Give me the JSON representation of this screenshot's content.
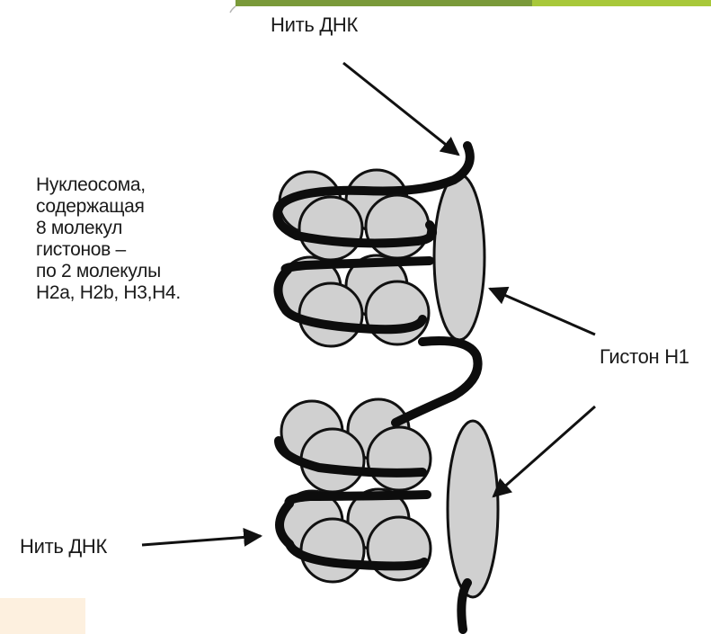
{
  "labels": {
    "dna_thread_top": "Нить ДНК",
    "dna_thread_bottom": "Нить ДНК",
    "histone_h1": "Гистон Н1",
    "nucleosome_lines": [
      "Нуклеосома,",
      "содержащая",
      "8 молекул",
      "гистонов –",
      "по 2 молекулы",
      "Н2а, Н2b, Н3,Н4."
    ]
  },
  "colors": {
    "background": "#ffffff",
    "histone_fill": "#d0d0d0",
    "outline": "#111111",
    "dna": "#0d0d0d",
    "accent_bar_dark": "#7a9a3a",
    "accent_bar_light": "#a8c83a",
    "corner_box": "#fdf0df"
  }
}
